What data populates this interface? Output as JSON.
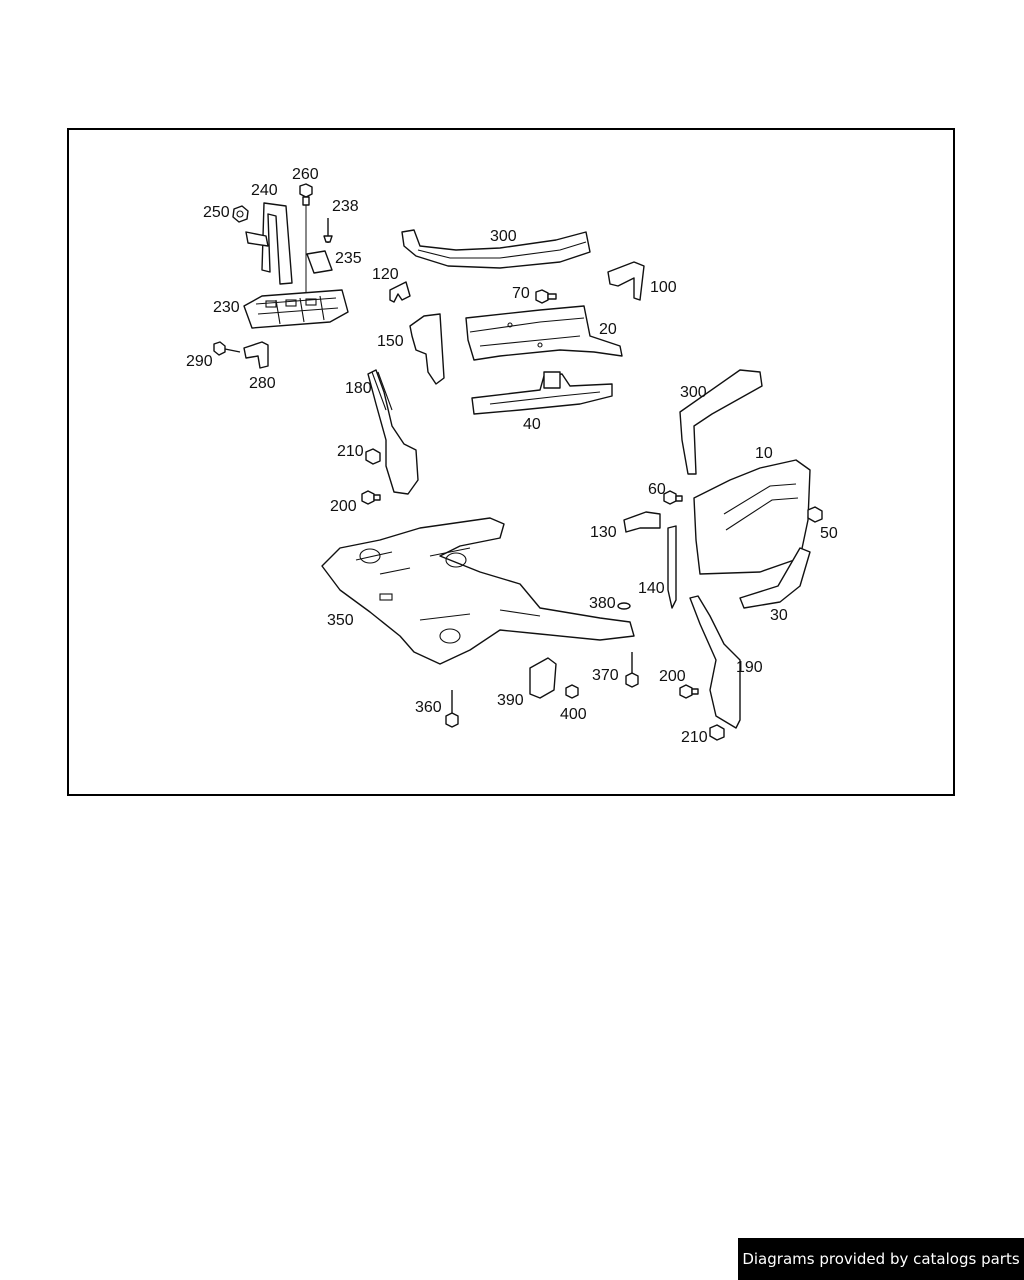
{
  "diagram": {
    "callouts": {
      "c260": "260",
      "c240": "240",
      "c250": "250",
      "c238": "238",
      "c235": "235",
      "c230": "230",
      "c290": "290",
      "c280": "280",
      "c300a": "300",
      "c120": "120",
      "c100": "100",
      "c70": "70",
      "c20": "20",
      "c150": "150",
      "c180": "180",
      "c40": "40",
      "c210a": "210",
      "c200a": "200",
      "c300b": "300",
      "c10": "10",
      "c60": "60",
      "c50": "50",
      "c130": "130",
      "c140": "140",
      "c30": "30",
      "c380": "380",
      "c350": "350",
      "c190": "190",
      "c370": "370",
      "c200b": "200",
      "c360": "360",
      "c390": "390",
      "c400": "400",
      "c210b": "210"
    }
  },
  "footer": {
    "credit": "Diagrams provided by catalogs parts"
  },
  "colors": {
    "line": "#111111",
    "background": "#ffffff",
    "badge": "#000000"
  }
}
